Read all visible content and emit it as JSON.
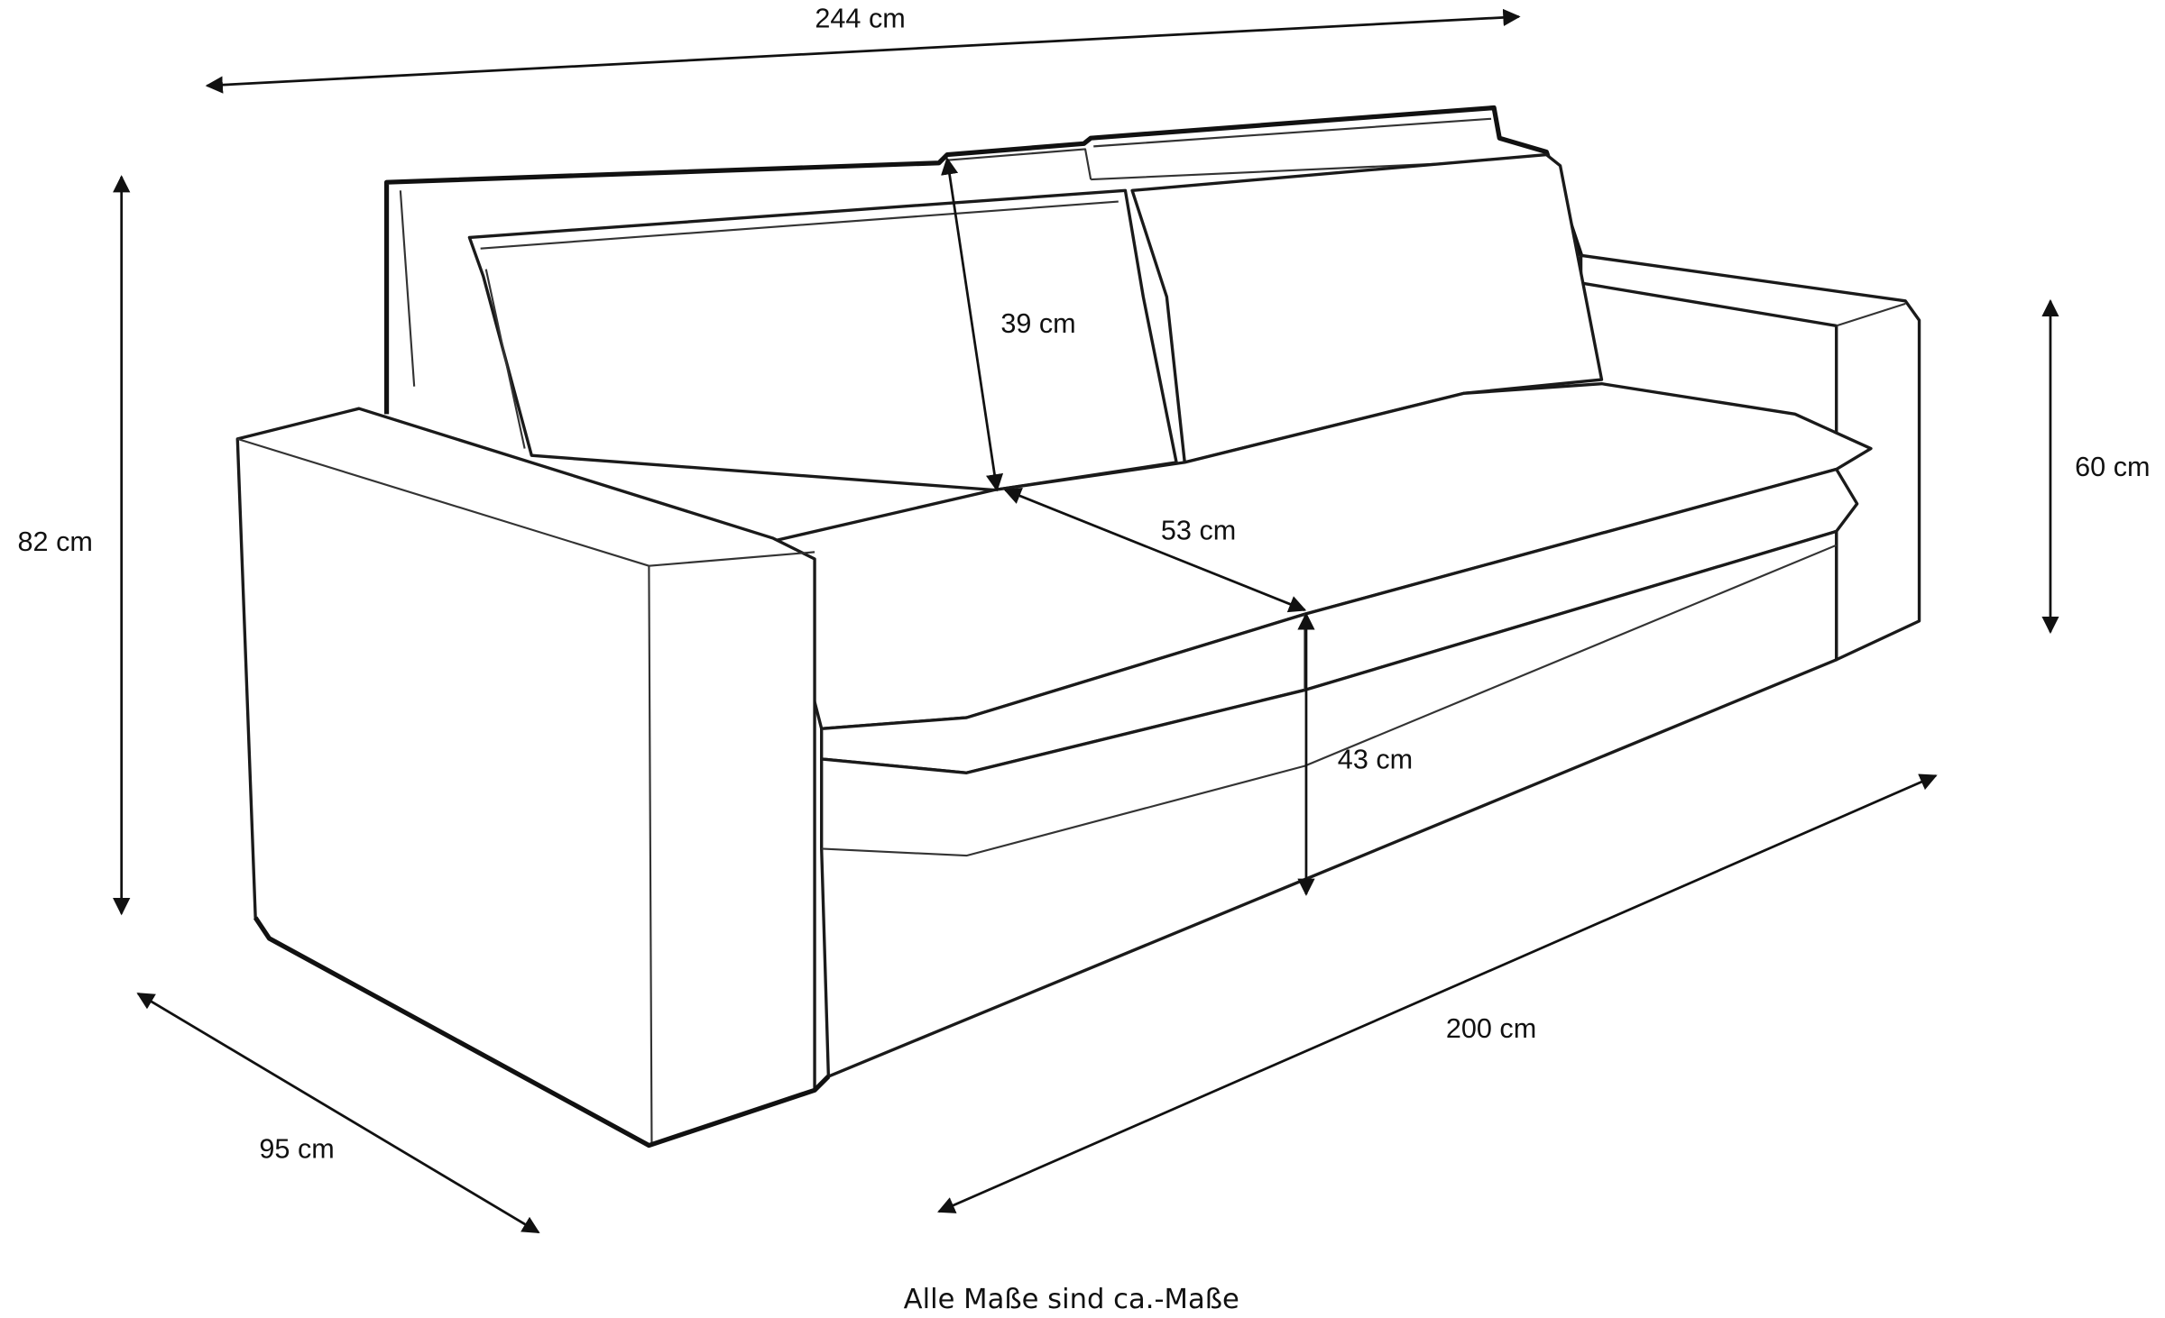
{
  "dimensions": {
    "total_width": "244 cm",
    "total_height": "82 cm",
    "back_cushion_height": "39 cm",
    "seat_depth": "53 cm",
    "seat_height": "43 cm",
    "armrest_height": "60 cm",
    "seat_width": "200 cm",
    "total_depth": "95 cm"
  },
  "caption": "Alle Maße sind ca.-Maße"
}
